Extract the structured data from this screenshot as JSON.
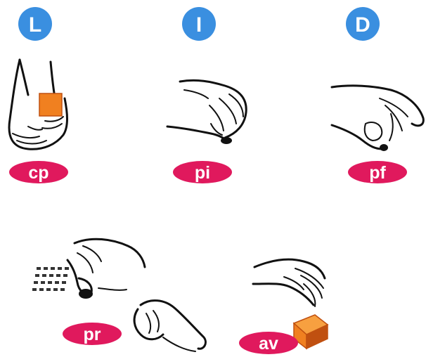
{
  "colors": {
    "circle_fill": "#3a8fe0",
    "pill_fill": "#e0195d",
    "object_fill": "#f08020",
    "object_dark": "#c05010",
    "label_text": "#ffffff",
    "stroke": "#111111"
  },
  "headers": [
    {
      "letter": "L"
    },
    {
      "letter": "I"
    },
    {
      "letter": "D"
    }
  ],
  "grips": [
    {
      "code": "cp"
    },
    {
      "code": "pi"
    },
    {
      "code": "pf"
    },
    {
      "code": "pr"
    },
    {
      "code": "av"
    }
  ],
  "icons": {
    "palm_grip": "hand-palm-grip-icon",
    "pinch": "hand-pinch-icon",
    "precision": "hand-precision-icon",
    "press_keys": "hand-press-keys-icon",
    "approach": "hand-approach-icon",
    "cube": "cube-icon",
    "keypad": "keypad-icon"
  }
}
